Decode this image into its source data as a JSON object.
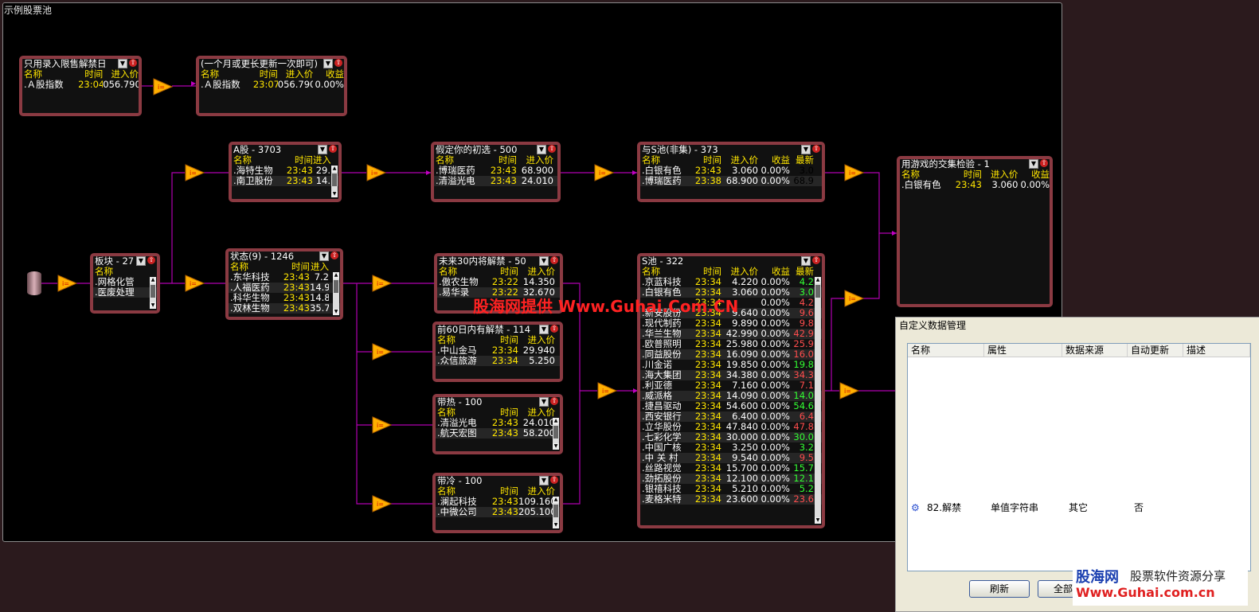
{
  "canvas_title": "示例股票池",
  "watermark": "股海网提供 Www.Guhai.Com.CN",
  "nodes": {
    "n1": {
      "title": "只用录入限售解禁日",
      "cols": [
        "名称",
        "时间",
        "进入价"
      ],
      "rows": [
        [
          "Ａ股指数",
          "23:04",
          "056.790"
        ]
      ]
    },
    "n2": {
      "title": "(一个月或更长更新一次即可)",
      "cols": [
        "名称",
        "时间",
        "进入价",
        "收益"
      ],
      "rows": [
        [
          "Ａ股指数",
          "23:07",
          "056.790",
          "0.00%"
        ]
      ]
    },
    "a": {
      "title": "A股 - 3703",
      "cols": [
        "名称",
        "时间",
        "进入"
      ],
      "rows": [
        [
          "海特生物",
          "23:43",
          "29."
        ],
        [
          "南卫股份",
          "23:43",
          "14."
        ]
      ]
    },
    "bk": {
      "title": "板块 - 27",
      "cols": [
        "名称"
      ],
      "rows": [
        [
          "网格化管"
        ],
        [
          "医废处理"
        ]
      ]
    },
    "zt": {
      "title": "状态(9) - 1246",
      "cols": [
        "名称",
        "时间",
        "进入"
      ],
      "rows": [
        [
          "东华科技",
          "23:43",
          "7.2"
        ],
        [
          "人福医药",
          "23:43",
          "14.9"
        ],
        [
          "科华生物",
          "23:43",
          "14.8"
        ],
        [
          "双林生物",
          "23:43",
          "35.7"
        ]
      ]
    },
    "jd": {
      "title": "假定你的初选 - 500",
      "cols": [
        "名称",
        "时间",
        "进入价"
      ],
      "rows": [
        [
          "博瑞医药",
          "23:43",
          "68.900"
        ],
        [
          "清溢光电",
          "23:43",
          "24.010"
        ]
      ]
    },
    "ws": {
      "title": "与S池(非集) - 373",
      "cols": [
        "名称",
        "时间",
        "进入价",
        "收益",
        "最新"
      ],
      "rows": [
        [
          "白银有色",
          "23:43",
          "3.060",
          "0.00%",
          "3.0"
        ],
        [
          "博瑞医药",
          "23:38",
          "68.900",
          "0.00%",
          "68.9"
        ]
      ]
    },
    "yy": {
      "title": "用游戏的交集检验 - 1",
      "cols": [
        "名称",
        "时间",
        "进入价",
        "收益"
      ],
      "rows": [
        [
          "白银有色",
          "23:43",
          "3.060",
          "0.00%"
        ]
      ]
    },
    "w30": {
      "title": "未来30内将解禁 - 50",
      "cols": [
        "名称",
        "时间",
        "进入价"
      ],
      "rows": [
        [
          "傲农生物",
          "23:22",
          "14.350"
        ],
        [
          "易华录",
          "23:22",
          "32.670"
        ]
      ]
    },
    "q60": {
      "title": "前60日内有解禁 - 114",
      "cols": [
        "名称",
        "时间",
        "进入价"
      ],
      "rows": [
        [
          "中山金马",
          "23:34",
          "29.940"
        ],
        [
          "众信旅游",
          "23:34",
          "5.250"
        ]
      ]
    },
    "dr": {
      "title": "带热 - 100",
      "cols": [
        "名称",
        "时间",
        "进入价"
      ],
      "rows": [
        [
          "清溢光电",
          "23:43",
          "24.010"
        ],
        [
          "航天宏图",
          "23:43",
          "58.200"
        ]
      ]
    },
    "dl": {
      "title": "带冷 - 100",
      "cols": [
        "名称",
        "时间",
        "进入价"
      ],
      "rows": [
        [
          "澜起科技",
          "23:43",
          "109.160"
        ],
        [
          "中微公司",
          "23:43",
          "205.100"
        ]
      ]
    },
    "s": {
      "title": "S池 - 322",
      "cols": [
        "名称",
        "时间",
        "进入价",
        "收益",
        "最新"
      ],
      "rows": [
        [
          "京蓝科技",
          "23:34",
          "4.220",
          "0.00%",
          "4.2",
          "g"
        ],
        [
          "白银有色",
          "23:34",
          "3.060",
          "0.00%",
          "3.0",
          "g"
        ],
        [
          "",
          "23:34",
          "",
          "0.00%",
          "4.2",
          "red"
        ],
        [
          "新安股份",
          "23:34",
          "9.640",
          "0.00%",
          "9.6",
          "red"
        ],
        [
          "现代制药",
          "23:34",
          "9.890",
          "0.00%",
          "9.8",
          "red"
        ],
        [
          "华兰生物",
          "23:34",
          "42.990",
          "0.00%",
          "42.9",
          "red"
        ],
        [
          "欧普照明",
          "23:34",
          "25.980",
          "0.00%",
          "25.9",
          "red"
        ],
        [
          "同益股份",
          "23:34",
          "16.090",
          "0.00%",
          "16.0",
          "red"
        ],
        [
          "川金诺",
          "23:34",
          "19.850",
          "0.00%",
          "19.8",
          "g"
        ],
        [
          "海大集团",
          "23:34",
          "34.380",
          "0.00%",
          "34.3",
          "red"
        ],
        [
          "利亚德",
          "23:34",
          "7.160",
          "0.00%",
          "7.1",
          "red"
        ],
        [
          "威派格",
          "23:34",
          "14.090",
          "0.00%",
          "14.0",
          "g"
        ],
        [
          "捷昌驱动",
          "23:34",
          "54.600",
          "0.00%",
          "54.6",
          "g"
        ],
        [
          "西安银行",
          "23:34",
          "6.400",
          "0.00%",
          "6.4",
          "red"
        ],
        [
          "立华股份",
          "23:34",
          "47.840",
          "0.00%",
          "47.8",
          "red"
        ],
        [
          "七彩化学",
          "23:34",
          "30.000",
          "0.00%",
          "30.0",
          "g"
        ],
        [
          "中国广核",
          "23:34",
          "3.250",
          "0.00%",
          "3.2",
          "g"
        ],
        [
          "中 关 村",
          "23:34",
          "9.540",
          "0.00%",
          "9.5",
          "red"
        ],
        [
          "丝路视觉",
          "23:34",
          "15.700",
          "0.00%",
          "15.7",
          "g"
        ],
        [
          "劲拓股份",
          "23:34",
          "12.100",
          "0.00%",
          "12.1",
          "g"
        ],
        [
          "银禧科技",
          "23:34",
          "5.210",
          "0.00%",
          "5.2",
          "g"
        ],
        [
          "麦格米特",
          "23:34",
          "23.600",
          "0.00%",
          "23.6",
          "red"
        ]
      ]
    }
  },
  "dialog": {
    "title": "自定义数据管理",
    "cols": [
      "名称",
      "属性",
      "数据来源",
      "自动更新",
      "描述"
    ],
    "row": {
      "name": "82.解禁",
      "attr": "单值字符串",
      "source": "其它",
      "auto": "否",
      "desc": ""
    },
    "btn_refresh": "刷新",
    "btn_all": "全部刷"
  },
  "corner_watermark": {
    "brand": "股海网",
    "slogan": "股票软件资源分享",
    "url": "Www.Guhai.com.cn"
  }
}
